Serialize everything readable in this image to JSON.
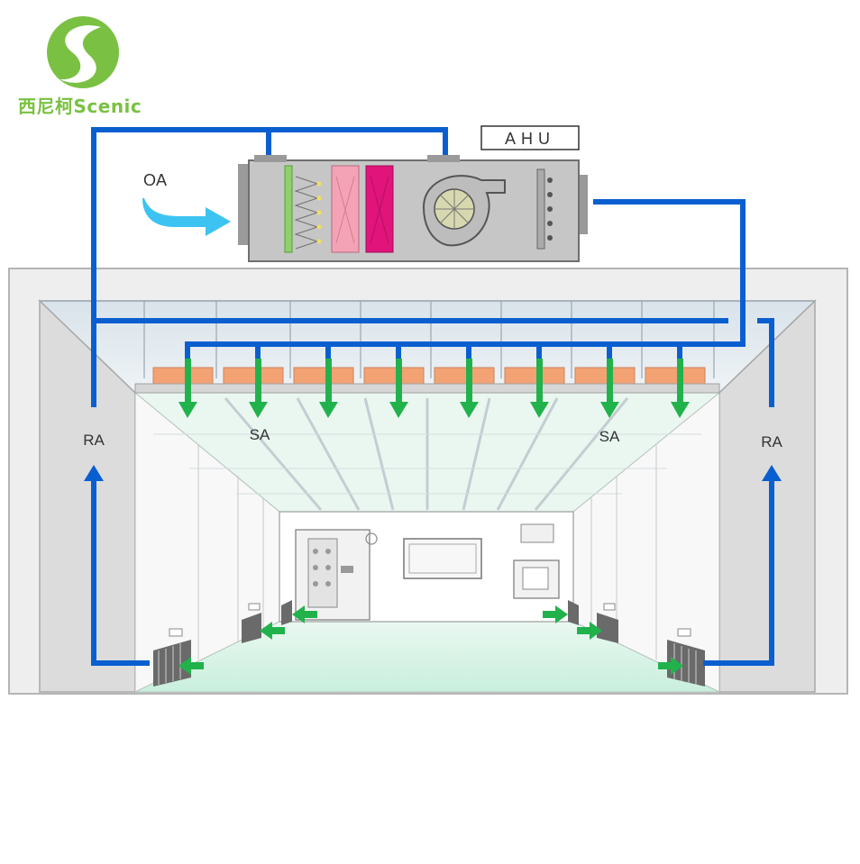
{
  "brand": {
    "name": "西尼柯Scenic",
    "color": "#7ac143",
    "logo_icon": "leaf-s-logo-icon"
  },
  "labels": {
    "ahu": "AHU",
    "oa": "OA",
    "sa_left": "SA",
    "sa_right": "SA",
    "ra_left": "RA",
    "ra_right": "RA"
  },
  "colors": {
    "duct": "#0a5fd0",
    "supply_arrow": "#22b24c",
    "outdoor_arrow": "#3cc3f2",
    "filter": "#f3a274",
    "coil_pink": "#f4a3b7",
    "coil_magenta": "#e0147a",
    "ahu_body": "#c6c6c6",
    "room_floor": "#d8f3e6"
  },
  "diagram": {
    "hepa_outlets": 8,
    "return_grilles": 6
  }
}
